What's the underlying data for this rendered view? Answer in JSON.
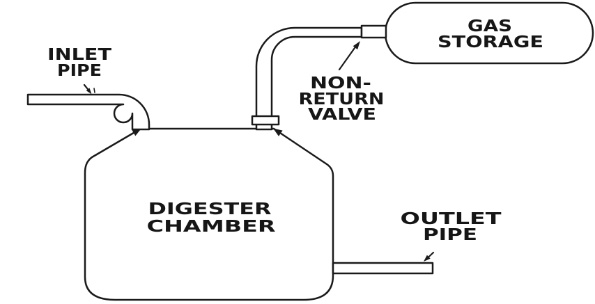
{
  "canvas": {
    "background": "#ffffff",
    "line_color": "#1a1a1a",
    "text_color": "#161616"
  },
  "labels": {
    "inlet_pipe": {
      "line1": "INLET",
      "line2": "PIPE"
    },
    "gas_storage": {
      "line1": "GAS",
      "line2": "STORAGE"
    },
    "non_return_valve": {
      "line1": "NON-",
      "line2": "RETURN",
      "line3": "VALVE"
    },
    "digester_chamber": {
      "line1": "DIGESTER",
      "line2": "CHAMBER"
    },
    "outlet_pipe": {
      "line1": "OUTLET",
      "line2": "PIPE"
    }
  }
}
